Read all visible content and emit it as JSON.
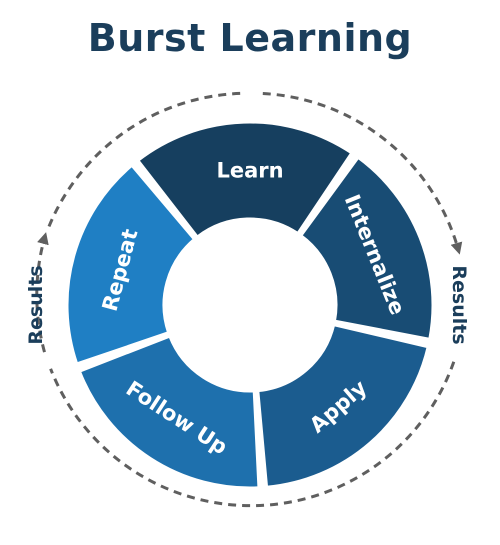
{
  "title": "Burst Learning",
  "segments": [
    {
      "id": "learn",
      "label": "Learn",
      "color": "#163f5f"
    },
    {
      "id": "internalize",
      "label": "Internalize",
      "color": "#184c74"
    },
    {
      "id": "apply",
      "label": "Apply",
      "color": "#1b5c8f"
    },
    {
      "id": "follow-up",
      "label": "Follow Up",
      "color": "#1e70ad"
    },
    {
      "id": "repeat",
      "label": "Repeat",
      "color": "#1f7fc4"
    }
  ],
  "results_left": "Results",
  "results_right": "Results",
  "colors": {
    "title": "#1b3e5b",
    "dashes": "#5f5f5f"
  }
}
